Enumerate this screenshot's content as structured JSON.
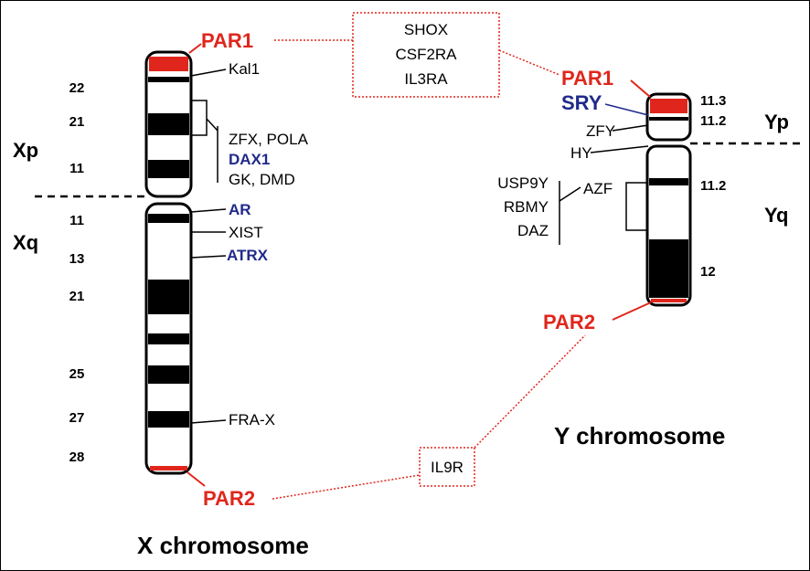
{
  "x_chromosome": {
    "title": "X chromosome",
    "arm_p": "Xp",
    "arm_q": "Xq",
    "par1": "PAR1",
    "par2": "PAR2",
    "bands": [
      "22",
      "21",
      "11",
      "11",
      "13",
      "21",
      "25",
      "27",
      "28"
    ],
    "genes": {
      "kal1": "Kal1",
      "zfx_pola": "ZFX, POLA",
      "dax1": "DAX1",
      "gk_dmd": "GK, DMD",
      "ar": "AR",
      "xist": "XIST",
      "atrx": "ATRX",
      "fra_x": "FRA-X"
    }
  },
  "y_chromosome": {
    "title": "Y chromosome",
    "arm_p": "Yp",
    "arm_q": "Yq",
    "par1": "PAR1",
    "par2": "PAR2",
    "bands": [
      "11.3",
      "11.2",
      "11.2",
      "12"
    ],
    "genes": {
      "sry": "SRY",
      "zfy": "ZFY",
      "hy": "HY",
      "usp9y": "USP9Y",
      "rbmy": "RBMY",
      "daz": "DAZ",
      "azf": "AZF"
    }
  },
  "par1_genes": [
    "SHOX",
    "CSF2RA",
    "IL3RA"
  ],
  "par2_genes": [
    "IL9R"
  ],
  "colors": {
    "par": "#e0261c",
    "highlight_gene": "#1f2a8a",
    "dotted_link": "#e0261c"
  }
}
